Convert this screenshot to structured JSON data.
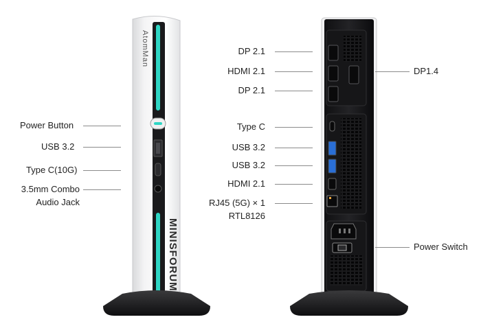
{
  "front_view": {
    "brand_vertical": "AtomMan",
    "logo_vertical": "MINISFORUM",
    "accent_color": "#2fd6c4",
    "labels": {
      "power_button": "Power Button",
      "usb_32": "USB 3.2",
      "type_c_10g": "Type C(10G)",
      "audio_jack_line1": "3.5mm Combo",
      "audio_jack_line2": "Audio Jack"
    }
  },
  "rear_view": {
    "labels": {
      "dp_21_top": "DP 2.1",
      "hdmi_21_top": "HDMI 2.1",
      "dp_21_second": "DP 2.1",
      "dp_14": "DP1.4",
      "type_c": "Type C",
      "usb_32_a": "USB 3.2",
      "usb_32_b": "USB 3.2",
      "hdmi_21_lower": "HDMI 2.1",
      "rj45_line1": "RJ45 (5G) × 1",
      "rj45_line2": "RTL8126",
      "power_switch": "Power Switch"
    }
  }
}
